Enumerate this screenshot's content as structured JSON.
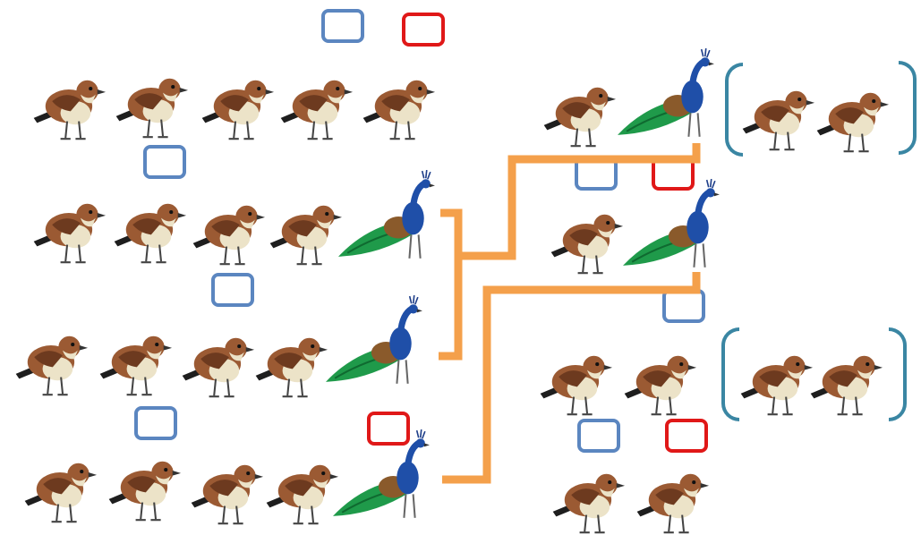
{
  "colors": {
    "blue_box": "#5b86c0",
    "red_box": "#e01818",
    "connector": "#f4a04b",
    "bracket": "#3a86a3",
    "sparrow_body": "#9b5a33",
    "sparrow_belly": "#ece3c8",
    "peacock_body": "#1f4fa8",
    "peacock_tail": "#1f9a4a"
  },
  "icons": [
    "sparrow-icon",
    "peacock-icon"
  ],
  "groups": [
    {
      "id": "left-row-1",
      "sparrows": 5,
      "peacocks": 0,
      "boxes": [
        "blue",
        "red"
      ]
    },
    {
      "id": "left-row-2",
      "sparrows": 4,
      "peacocks": 1,
      "boxes": [
        "blue"
      ]
    },
    {
      "id": "left-row-3",
      "sparrows": 4,
      "peacocks": 1,
      "boxes": [
        "blue"
      ]
    },
    {
      "id": "left-row-4",
      "sparrows": 4,
      "peacocks": 1,
      "boxes": [
        "blue",
        "red"
      ]
    },
    {
      "id": "right-row-1",
      "sparrows": 1,
      "peacocks": 1,
      "bracketed_sparrows": 2,
      "boxes": []
    },
    {
      "id": "right-row-2",
      "sparrows": 1,
      "peacocks": 1,
      "boxes": [
        "blue",
        "red"
      ]
    },
    {
      "id": "right-row-3",
      "sparrows": 2,
      "peacocks": 0,
      "bracketed_sparrows": 2,
      "boxes": [
        "blue"
      ]
    },
    {
      "id": "right-row-4",
      "sparrows": 2,
      "peacocks": 0,
      "boxes": [
        "blue",
        "red"
      ]
    }
  ]
}
